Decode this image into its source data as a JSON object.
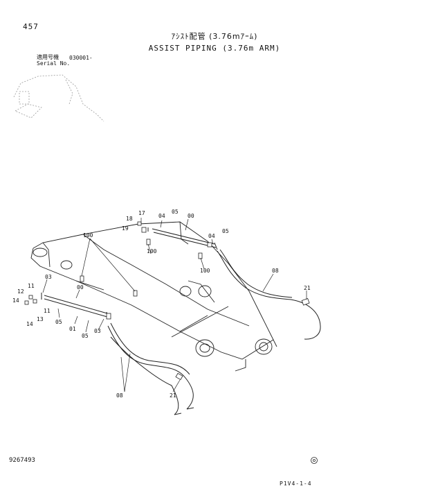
{
  "page_number": "457",
  "title_jp": "ｱｼｽﾄ配管 (3.76mｱｰﾑ)",
  "title_en": "ASSIST PIPING (3.76m ARM)",
  "serial": {
    "label_jp": "適用号機",
    "label_en": "Serial No.",
    "value": "030001-"
  },
  "footer": {
    "drawing_number": "9267493",
    "page_code": "P1V4-1-4"
  },
  "callouts": {
    "c00a": "00",
    "c00b": "00",
    "c01": "01",
    "c03a": "03",
    "c03b": "03",
    "c04a": "04",
    "c04b": "04",
    "c05a": "05",
    "c05b": "05",
    "c05c": "05",
    "c05d": "05",
    "c08a": "08",
    "c08b": "08",
    "c11a": "11",
    "c11b": "11",
    "c12": "12",
    "c13": "13",
    "c14a": "14",
    "c14b": "14",
    "c17": "17",
    "c18": "18",
    "c19": "19",
    "c21a": "21",
    "c21b": "21",
    "c100a": "100",
    "c100b": "100",
    "c100c": "100"
  }
}
